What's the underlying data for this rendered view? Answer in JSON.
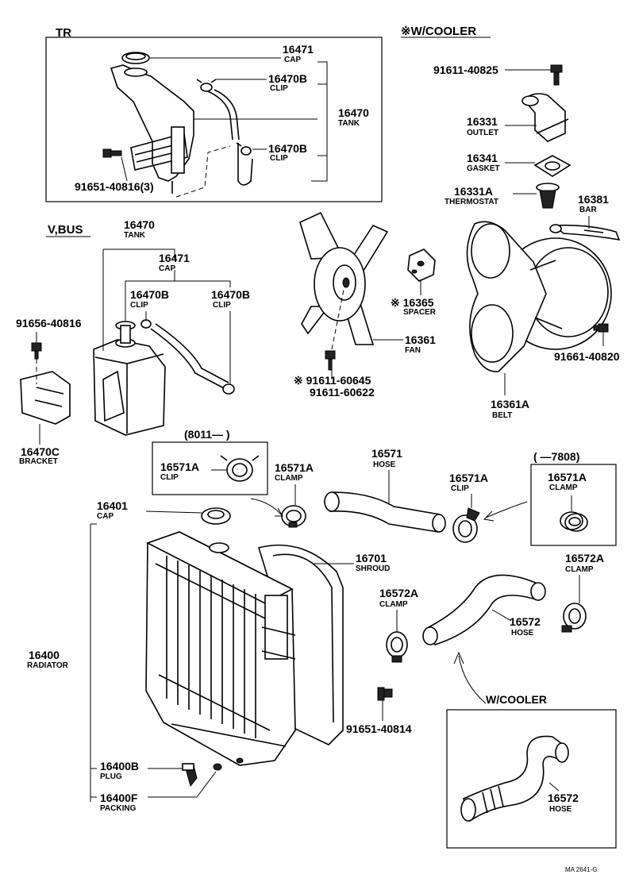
{
  "sections": {
    "tr": "TR",
    "w_cooler_star": "※W/COOLER",
    "v_bus": "V,BUS",
    "w_cooler": "W/COOLER",
    "range_8011": "(8011—        )",
    "range_7808": "(        —7808)"
  },
  "callouts": [
    {
      "id": "tr-cap",
      "num": "16471",
      "name": "CAP"
    },
    {
      "id": "tr-clip-1",
      "num": "16470B",
      "name": "CLIP"
    },
    {
      "id": "tr-tank",
      "num": "16470",
      "name": "TANK"
    },
    {
      "id": "tr-clip-2",
      "num": "16470B",
      "name": "CLIP"
    },
    {
      "id": "tr-bolt",
      "num": "91651-40816(3)",
      "name": ""
    },
    {
      "id": "cooler-bolt",
      "num": "91611-40825",
      "name": ""
    },
    {
      "id": "outlet",
      "num": "16331",
      "name": "OUTLET"
    },
    {
      "id": "gasket",
      "num": "16341",
      "name": "GASKET"
    },
    {
      "id": "thermostat",
      "num": "16331A",
      "name": "THERMOSTAT"
    },
    {
      "id": "bar",
      "num": "16381",
      "name": "BAR"
    },
    {
      "id": "vbus-tank",
      "num": "16470",
      "name": "TANK"
    },
    {
      "id": "vbus-cap",
      "num": "16471",
      "name": "CAP"
    },
    {
      "id": "vbus-clip-1",
      "num": "16470B",
      "name": "CLIP"
    },
    {
      "id": "vbus-clip-2",
      "num": "16470B",
      "name": "CLIP"
    },
    {
      "id": "vbus-bolt",
      "num": "91656-40816",
      "name": ""
    },
    {
      "id": "bracket",
      "num": "16470C",
      "name": "BRACKET"
    },
    {
      "id": "spacer",
      "num": "※ 16365",
      "name": "SPACER"
    },
    {
      "id": "fan",
      "num": "16361",
      "name": "FAN"
    },
    {
      "id": "fan-bolt-1",
      "num": "※ 91611-60645",
      "name": ""
    },
    {
      "id": "fan-bolt-2",
      "num": "91611-60622",
      "name": ""
    },
    {
      "id": "belt-bolt",
      "num": "91661-40820",
      "name": ""
    },
    {
      "id": "belt",
      "num": "16361A",
      "name": "BELT"
    },
    {
      "id": "clip-8011",
      "num": "16571A",
      "name": "CLIP"
    },
    {
      "id": "clamp-a",
      "num": "16571A",
      "name": "CLAMP"
    },
    {
      "id": "hose-upper",
      "num": "16571",
      "name": "HOSE"
    },
    {
      "id": "clip-b",
      "num": "16571A",
      "name": "CLIP"
    },
    {
      "id": "clamp-7808",
      "num": "16571A",
      "name": "CLAMP"
    },
    {
      "id": "radiator-cap",
      "num": "16401",
      "name": "CAP"
    },
    {
      "id": "shroud",
      "num": "16701",
      "name": "SHROUD"
    },
    {
      "id": "lower-clamp-1",
      "num": "16572A",
      "name": "CLAMP"
    },
    {
      "id": "lower-clamp-2",
      "num": "16572A",
      "name": "CLAMP"
    },
    {
      "id": "lower-hose",
      "num": "16572",
      "name": "HOSE"
    },
    {
      "id": "radiator",
      "num": "16400",
      "name": "RADIATOR"
    },
    {
      "id": "radiator-bolt",
      "num": "91651-40814",
      "name": ""
    },
    {
      "id": "plug",
      "num": "16400B",
      "name": "PLUG"
    },
    {
      "id": "packing",
      "num": "16400F",
      "name": "PACKING"
    },
    {
      "id": "cooler-hose",
      "num": "16572",
      "name": "HOSE"
    }
  ],
  "footer": {
    "code": "MA 2641-G"
  }
}
